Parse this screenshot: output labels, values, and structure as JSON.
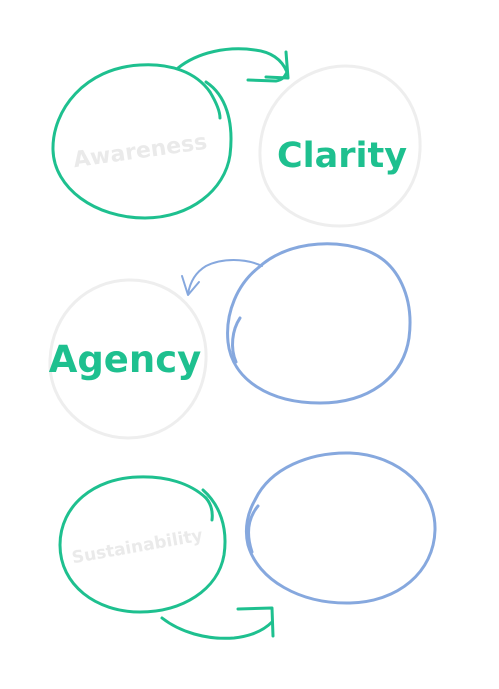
{
  "colors": {
    "background": "#ffffff",
    "teal": "#1ec08f",
    "blue": "#86a8de",
    "faint_circle": "#eeeeee",
    "faint_text": "#eaeaea"
  },
  "diagram": {
    "stages": [
      {
        "label": "Awareness",
        "label_style": "faint",
        "circle_color": "teal"
      },
      {
        "label": "Clarity",
        "label_style": "strong",
        "circle_color": "faint"
      },
      {
        "label": "Agency",
        "label_style": "strong",
        "circle_color": "faint"
      },
      {
        "label": "",
        "label_style": "none",
        "circle_color": "blue"
      },
      {
        "label": "Sustainability",
        "label_style": "faint",
        "circle_color": "teal"
      },
      {
        "label": "",
        "label_style": "none",
        "circle_color": "blue"
      }
    ],
    "arrows": [
      {
        "from": "Awareness",
        "to": "Clarity",
        "color": "teal"
      },
      {
        "from": "blue circle",
        "to": "Agency",
        "color": "blue"
      },
      {
        "from": "Sustainability",
        "to": "blue circle",
        "color": "teal"
      }
    ]
  }
}
